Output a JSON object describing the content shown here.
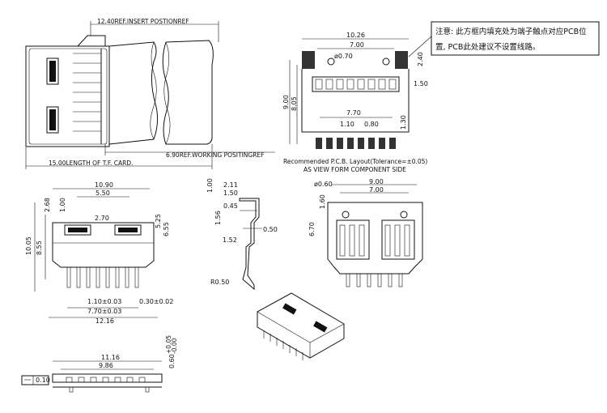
{
  "top_view": {
    "insert_position": "12.40REF.INSERT POSTIONREF",
    "working_position": "6.90REF.WORKING POSITINGREF",
    "card_length": "15.00LENGTH OF T.F. CARD."
  },
  "pcb_layout": {
    "width_total": "10.26",
    "width_inner": "7.00",
    "hole_dia": "ø0.70",
    "dim_240": "2.40",
    "dim_150": "1.50",
    "height_900": "9.00",
    "height_805": "8.05",
    "width_770": "7.70",
    "pitch_110": "1.10",
    "pad_080": "0.80",
    "pad_130": "1.30",
    "caption_line1": "Recommended P.C.B. Layout(Tolerance=±0.05)",
    "caption_line2": "AS VIEW FORM COMPONENT SIDE"
  },
  "note": {
    "line1": "注意: 此方框内填充处为端子触点对应PCB位",
    "line2": "置, PCB此处建议不设置线路。"
  },
  "front_view": {
    "w1090": "10.90",
    "w550": "5.50",
    "w270": "2.70",
    "h268": "2.68",
    "h100": "1.00",
    "h1005": "10.05",
    "h855": "8.55",
    "h525": "5.25",
    "h655": "6.55",
    "pitch": "1.10±0.03",
    "pin_w": "0.30±0.02",
    "w770": "7.70±0.03",
    "w1216": "12.16"
  },
  "side_view": {
    "w211": "2.11",
    "w150": "1.50",
    "h100": "1.00",
    "d045": "0.45",
    "h156": "1.56",
    "d050": "0.50",
    "d152": "1.52",
    "radius": "R0.50"
  },
  "right_view": {
    "hole": "ø0.60",
    "w900": "9.00",
    "w700": "7.00",
    "h160": "1.60",
    "h670": "6.70"
  },
  "bottom_view": {
    "w1116": "11.16",
    "w986": "9.86",
    "tol": "0.60",
    "tol_sup": "+0.05",
    "tol_sub": "-0.00",
    "flat": "0.10"
  }
}
